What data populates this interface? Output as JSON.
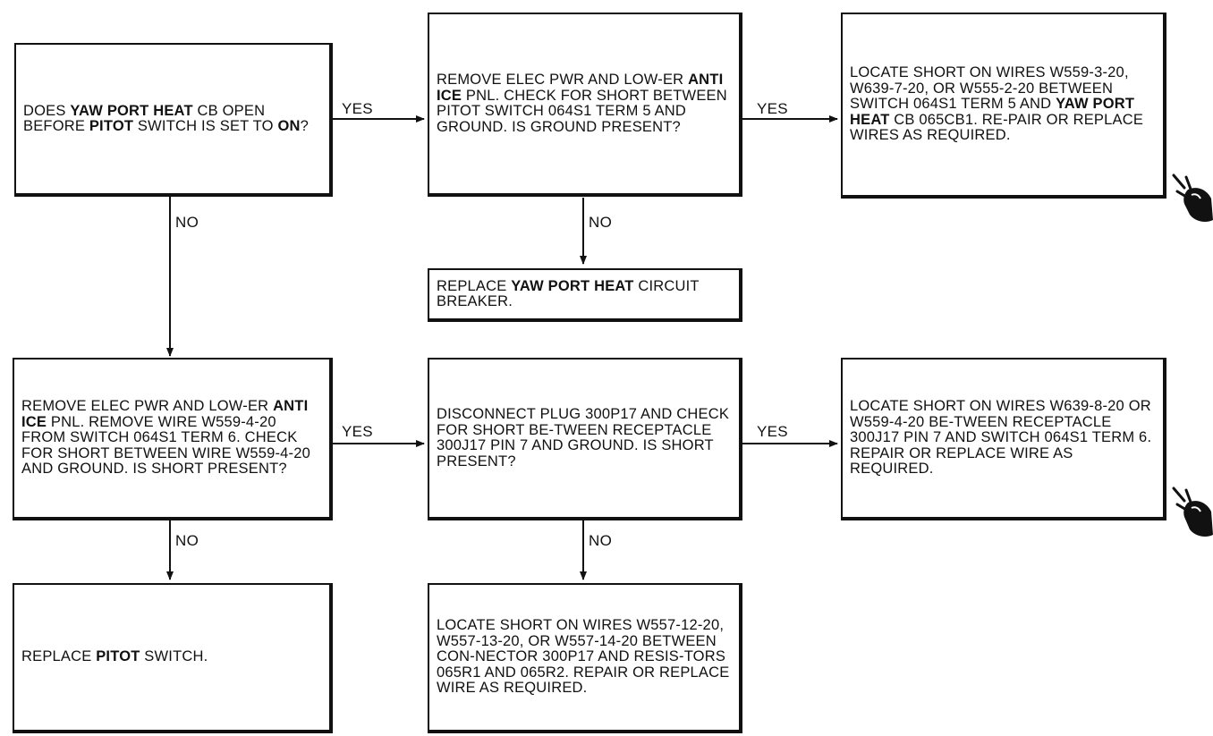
{
  "boxes": {
    "q1": [
      "DOES ",
      {
        "b": "YAW PORT HEAT"
      },
      " CB OPEN BEFORE ",
      {
        "b": "PITOT"
      },
      " SWITCH IS SET TO ",
      {
        "b": "ON"
      },
      "?"
    ],
    "q2": [
      "REMOVE ELEC PWR AND LOW-ER ",
      {
        "b": "ANTI ICE"
      },
      " PNL. CHECK FOR SHORT BETWEEN PITOT SWITCH 064S1 TERM 5 AND GROUND. IS GROUND PRESENT?"
    ],
    "r1": [
      "LOCATE SHORT ON WIRES W559-3-20, W639-7-20, OR W555-2-20 BETWEEN SWITCH 064S1 TERM 5 AND ",
      {
        "b": "YAW PORT HEAT"
      },
      " CB 065CB1. RE-PAIR OR REPLACE WIRES AS REQUIRED."
    ],
    "r2": [
      "REPLACE ",
      {
        "b": "YAW PORT HEAT"
      },
      " CIRCUIT BREAKER."
    ],
    "q3": [
      "REMOVE ELEC PWR AND LOW-ER ",
      {
        "b": "ANTI ICE"
      },
      " PNL. REMOVE WIRE W559-4-20 FROM SWITCH 064S1 TERM 6. CHECK FOR SHORT BETWEEN WIRE W559-4-20 AND GROUND. IS SHORT PRESENT?"
    ],
    "q4": [
      "DISCONNECT PLUG 300P17 AND CHECK FOR SHORT BE-TWEEN RECEPTACLE 300J17 PIN 7 AND GROUND. IS SHORT PRESENT?"
    ],
    "r3": [
      "LOCATE SHORT ON WIRES W639-8-20 OR W559-4-20 BE-TWEEN RECEPTACLE 300J17 PIN 7 AND SWITCH 064S1 TERM 6. REPAIR OR REPLACE WIRE AS REQUIRED."
    ],
    "r4": [
      "REPLACE ",
      {
        "b": "PITOT"
      },
      " SWITCH."
    ],
    "r5": [
      "LOCATE SHORT ON WIRES W557-12-20, W557-13-20, OR W557-14-20 BETWEEN CON-NECTOR 300P17 AND RESIS-TORS 065R1 AND 065R2. REPAIR OR REPLACE WIRE AS REQUIRED."
    ]
  },
  "labels": {
    "yes": "YES",
    "no": "NO"
  },
  "colors": {
    "ink": "#111111",
    "background": "#ffffff"
  },
  "icons": [
    "pointing-hand-icon",
    "pointing-hand-icon"
  ]
}
